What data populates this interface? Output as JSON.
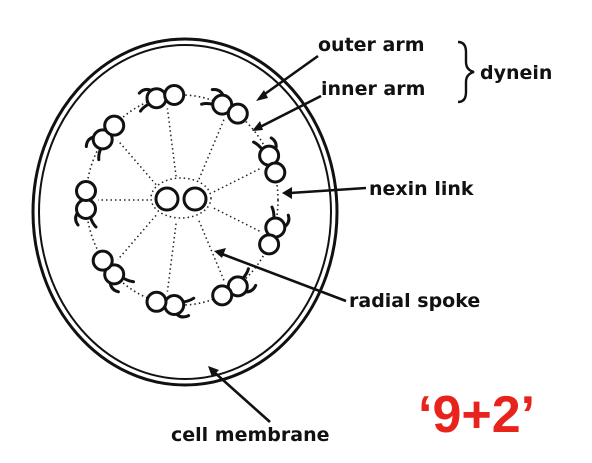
{
  "labels": {
    "outer_arm": "outer arm",
    "inner_arm": "inner arm",
    "dynein": "dynein",
    "nexin_link": "nexin link",
    "radial_spoke": "radial spoke",
    "cell_membrane": "cell membrane"
  },
  "formula": "‘9+2’",
  "colors": {
    "ink": "#111111",
    "formula": "#e8231c"
  }
}
